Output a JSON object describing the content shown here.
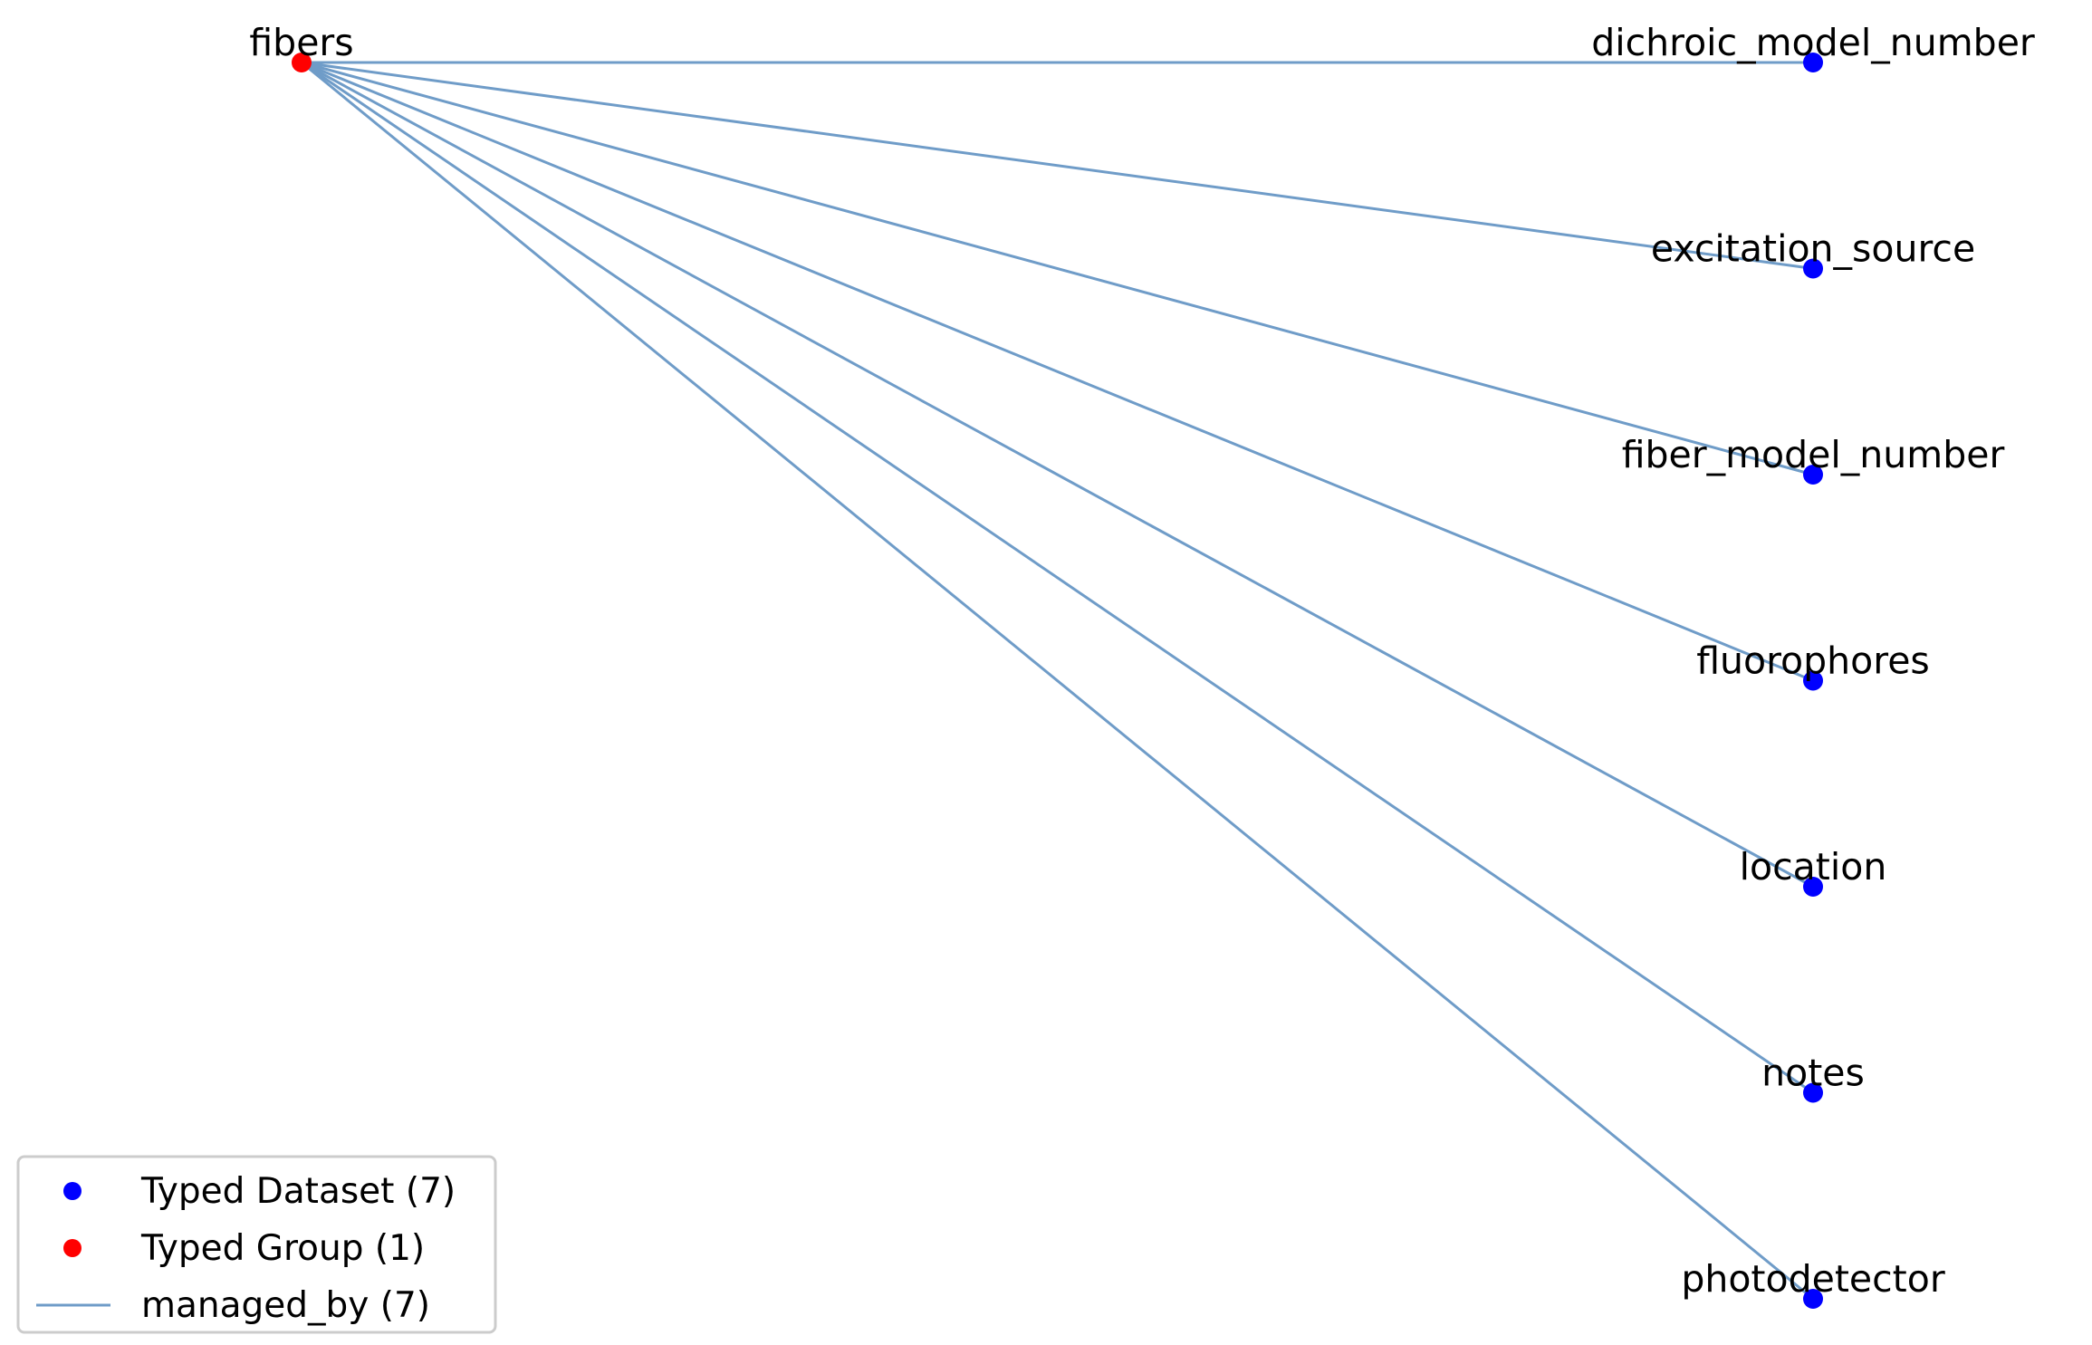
{
  "colors": {
    "typed_dataset": "#0000ff",
    "typed_group": "#ff0000",
    "edge": "#6f9cc8"
  },
  "graph": {
    "source": {
      "id": "fibers",
      "label": "fibers",
      "type": "Typed Group"
    },
    "targets": [
      {
        "id": "dichroic_model_number",
        "label": "dichroic_model_number",
        "type": "Typed Dataset"
      },
      {
        "id": "excitation_source",
        "label": "excitation_source",
        "type": "Typed Dataset"
      },
      {
        "id": "fiber_model_number",
        "label": "fiber_model_number",
        "type": "Typed Dataset"
      },
      {
        "id": "fluorophores",
        "label": "fluorophores",
        "type": "Typed Dataset"
      },
      {
        "id": "location",
        "label": "location",
        "type": "Typed Dataset"
      },
      {
        "id": "notes",
        "label": "notes",
        "type": "Typed Dataset"
      },
      {
        "id": "photodetector",
        "label": "photodetector",
        "type": "Typed Dataset"
      }
    ],
    "edges": [
      {
        "from": "fibers",
        "to": "dichroic_model_number",
        "relation": "managed_by"
      },
      {
        "from": "fibers",
        "to": "excitation_source",
        "relation": "managed_by"
      },
      {
        "from": "fibers",
        "to": "fiber_model_number",
        "relation": "managed_by"
      },
      {
        "from": "fibers",
        "to": "fluorophores",
        "relation": "managed_by"
      },
      {
        "from": "fibers",
        "to": "location",
        "relation": "managed_by"
      },
      {
        "from": "fibers",
        "to": "notes",
        "relation": "managed_by"
      },
      {
        "from": "fibers",
        "to": "photodetector",
        "relation": "managed_by"
      }
    ]
  },
  "legend": {
    "dataset": "Typed Dataset (7)",
    "group": "Typed Group (1)",
    "edge": "managed_by (7)"
  }
}
